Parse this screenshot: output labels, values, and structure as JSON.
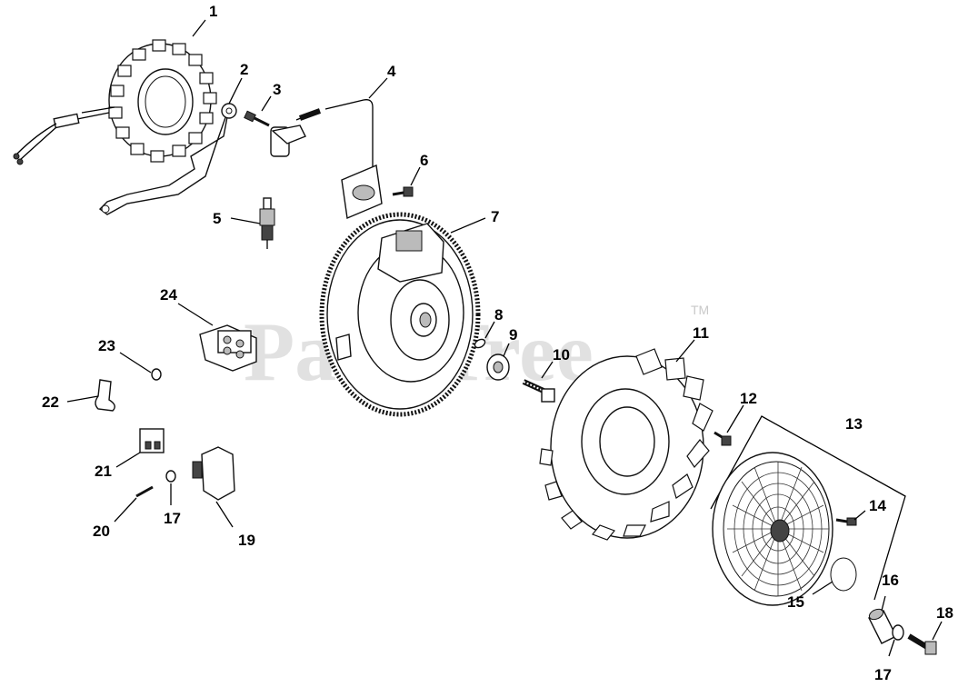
{
  "watermark": {
    "text": "PartsTree",
    "trademark": "TM"
  },
  "callouts": [
    {
      "id": "c1",
      "text": "1"
    },
    {
      "id": "c2",
      "text": "2"
    },
    {
      "id": "c3",
      "text": "3"
    },
    {
      "id": "c4",
      "text": "4"
    },
    {
      "id": "c5",
      "text": "5"
    },
    {
      "id": "c6",
      "text": "6"
    },
    {
      "id": "c7",
      "text": "7"
    },
    {
      "id": "c8",
      "text": "8"
    },
    {
      "id": "c9",
      "text": "9"
    },
    {
      "id": "c10",
      "text": "10"
    },
    {
      "id": "c11",
      "text": "11"
    },
    {
      "id": "c12",
      "text": "12"
    },
    {
      "id": "c13",
      "text": "13"
    },
    {
      "id": "c14",
      "text": "14"
    },
    {
      "id": "c15",
      "text": "15"
    },
    {
      "id": "c16",
      "text": "16"
    },
    {
      "id": "c17a",
      "text": "17"
    },
    {
      "id": "c17b",
      "text": "17"
    },
    {
      "id": "c18",
      "text": "18"
    },
    {
      "id": "c19",
      "text": "19"
    },
    {
      "id": "c20",
      "text": "20"
    },
    {
      "id": "c21",
      "text": "21"
    },
    {
      "id": "c22",
      "text": "22"
    },
    {
      "id": "c23",
      "text": "23"
    },
    {
      "id": "c24",
      "text": "24"
    }
  ]
}
